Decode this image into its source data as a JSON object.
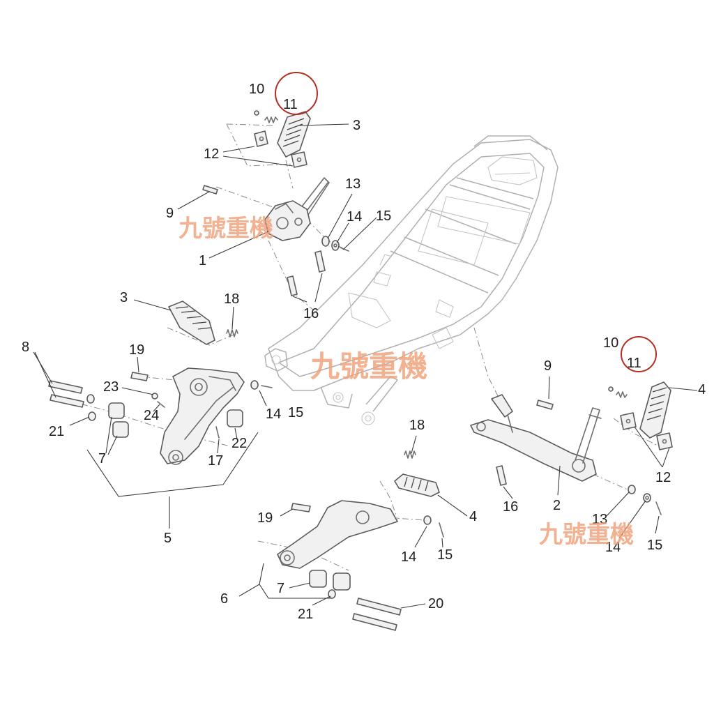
{
  "watermark": {
    "text": "九號重機",
    "color": "#f0a27a"
  },
  "highlight_color": "#b32d22",
  "callouts": {
    "top_assembly": {
      "bolt_10": "10",
      "spring_11": "11",
      "footpeg_3": "3",
      "plates_12": "12",
      "screw_9": "9",
      "bracket_1": "1",
      "washer_13": "13",
      "washer_14": "14",
      "screw_15": "15",
      "bolts_16": "16"
    },
    "left_assembly": {
      "footpeg_3": "3",
      "spring_18": "18",
      "bolts_8": "8",
      "pin_19": "19",
      "nut_23": "23",
      "screw_24": "24",
      "washer_14": "14",
      "screw_15": "15",
      "washer_21": "21",
      "bushing_7": "7",
      "bushing_22": "22",
      "screw_17": "17",
      "bracket_5": "5"
    },
    "bottom_assembly": {
      "spring_18": "18",
      "pin_19": "19",
      "footpeg_4": "4",
      "washer_14": "14",
      "screw_15": "15",
      "bushing_7": "7",
      "bracket_6": "6",
      "washer_21": "21",
      "bolts_20": "20"
    },
    "right_assembly": {
      "bolt_10": "10",
      "spring_11": "11",
      "footpeg_4": "4",
      "screw_9": "9",
      "plates_12": "12",
      "bolts_16": "16",
      "bracket_2": "2",
      "washer_13": "13",
      "washer_14": "14",
      "screw_15": "15"
    }
  }
}
